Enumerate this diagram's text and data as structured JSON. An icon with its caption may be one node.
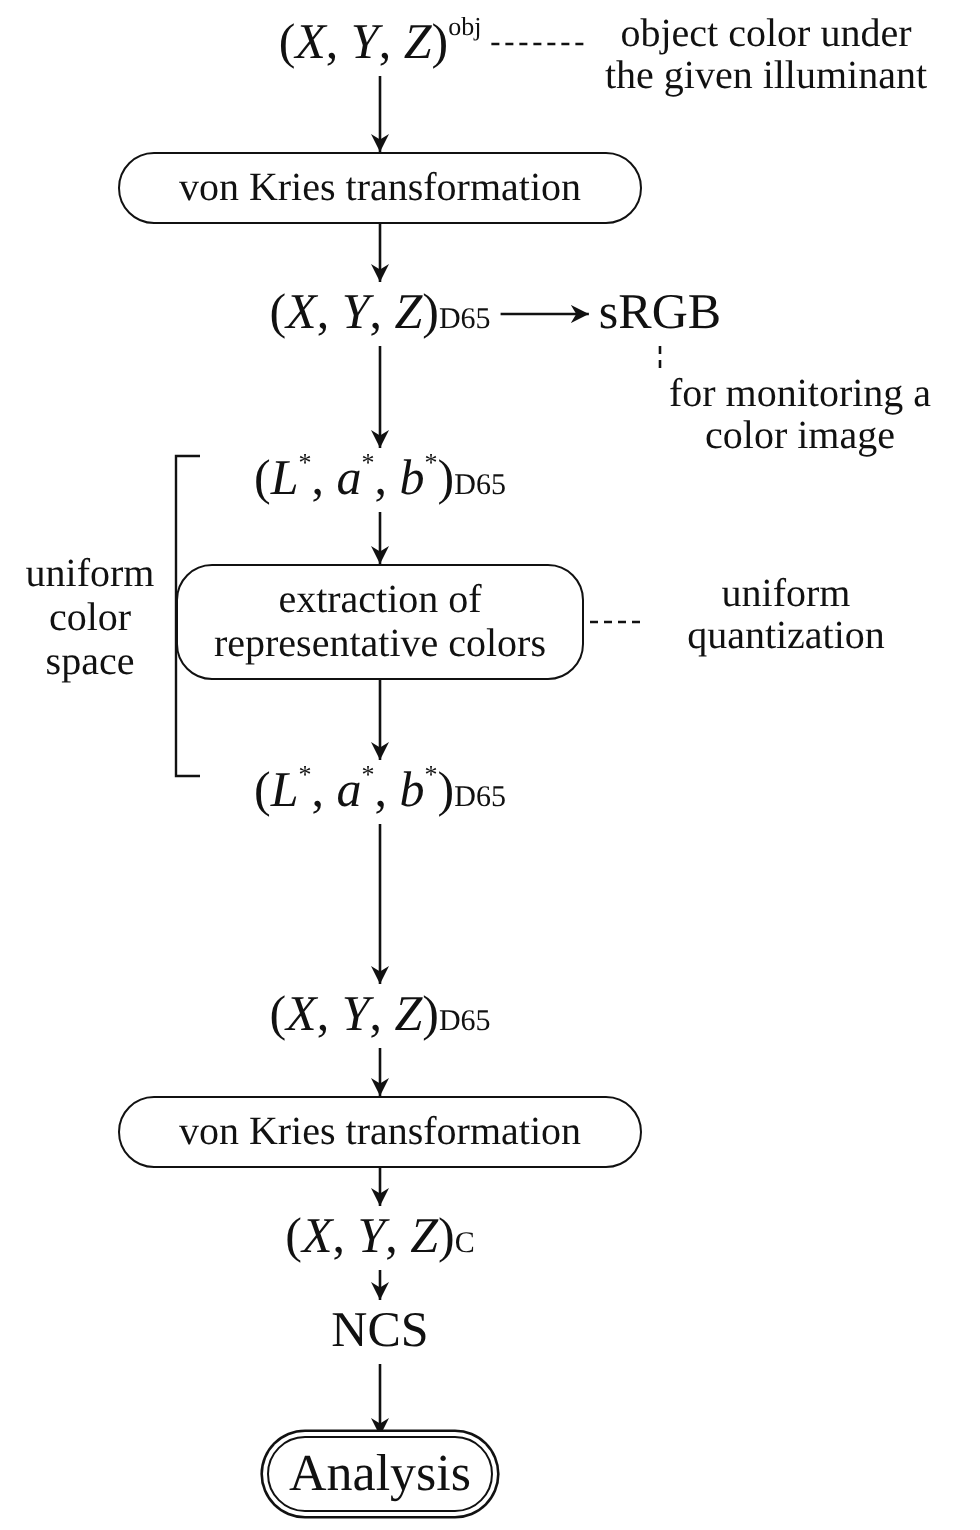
{
  "diagram": {
    "nodes": [
      {
        "text": [
          "(*X*, *Y*, *Z*)$^{obj}$"
        ]
      },
      {
        "text": [
          "object color under the given illuminant"
        ]
      },
      {
        "text": [
          "von Kries transformation"
        ]
      },
      {
        "text": [
          "(*X*, *Y*, *Z*)$_{D65}$"
        ]
      },
      {
        "text": [
          "sRGB"
        ]
      },
      {
        "text": [
          "for monitoring a color image"
        ]
      },
      {
        "text": [
          "(*L*$^{*}$, *a*$^{*}$, *b*$^{*}$)$_{D65}$"
        ]
      },
      {
        "text": [
          "extraction of representative colors"
        ]
      },
      {
        "text": [
          "uniform quantization"
        ]
      },
      {
        "text": [
          "(*L*$^{*}$, *a*$^{*}$, *b*$^{*}$)$_{D65}$"
        ]
      },
      {
        "text": [
          "(*X*, *Y*, *Z*)$_{D65}$"
        ]
      },
      {
        "text": [
          "von Kries transformation"
        ]
      },
      {
        "text": [
          "(*X*, *Y*, *Z*)$_{C}$"
        ]
      },
      {
        "text": [
          "NCS"
        ]
      },
      {
        "text": [
          "Analysis"
        ]
      }
    ],
    "edges": [
      {
        "from": 0,
        "to": 1,
        "arrow": "none",
        "style": "dashed"
      },
      {
        "from": 0,
        "to": 2,
        "arrow": "to"
      },
      {
        "from": 2,
        "to": 3,
        "arrow": "to"
      },
      {
        "from": 3,
        "to": 4,
        "arrow": "to"
      },
      {
        "from": 4,
        "to": 5,
        "arrow": "none",
        "style": "dashed"
      },
      {
        "from": 3,
        "to": 6,
        "arrow": "to"
      },
      {
        "from": 6,
        "to": 7,
        "arrow": "to"
      },
      {
        "from": 7,
        "to": 8,
        "arrow": "none",
        "style": "dashed"
      },
      {
        "from": 7,
        "to": 9,
        "arrow": "to"
      },
      {
        "from": 9,
        "to": 10,
        "arrow": "to"
      },
      {
        "from": 10,
        "to": 11,
        "arrow": "to"
      },
      {
        "from": 11,
        "to": 12,
        "arrow": "to"
      },
      {
        "from": 12,
        "to": 13,
        "arrow": "to"
      },
      {
        "from": 13,
        "to": 14,
        "arrow": "to"
      }
    ],
    "labels": [
      "uniform color space"
    ]
  }
}
